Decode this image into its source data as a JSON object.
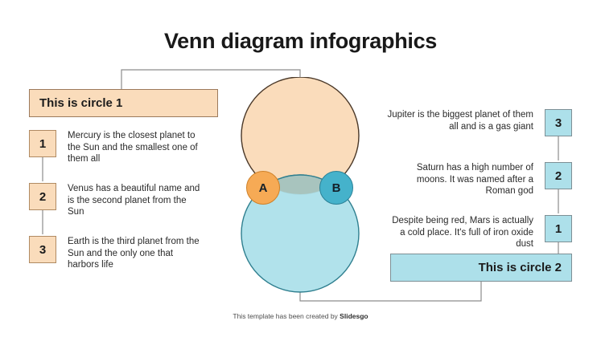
{
  "title": "Venn diagram infographics",
  "circle1": {
    "header": "This is circle 1",
    "items": [
      {
        "num": "1",
        "text": "Mercury is the closest planet to the Sun and the smallest one of them all"
      },
      {
        "num": "2",
        "text": "Venus has a beautiful name and is the second planet from the Sun"
      },
      {
        "num": "3",
        "text": "Earth is the third planet from the Sun and the only one that harbors life"
      }
    ]
  },
  "circle2": {
    "header": "This is circle 2",
    "items": [
      {
        "num": "3",
        "text": "Jupiter is the biggest planet of them all and is a gas giant"
      },
      {
        "num": "2",
        "text": "Saturn has a high number of moons. It was named after a Roman god"
      },
      {
        "num": "1",
        "text": "Despite being red, Mars is actually a cold place. It's full of iron oxide dust"
      }
    ]
  },
  "venn": {
    "label_a": "A",
    "label_b": "B",
    "top_circle_fill": "#fadcbb",
    "top_circle_stroke": "#4a3828",
    "bottom_circle_fill": "#ade0ea",
    "bottom_circle_stroke": "#2f7f8f",
    "intersection_fill": "#a8c4be",
    "badge_a_fill": "#f6aa55",
    "badge_b_fill": "#45b2cb"
  },
  "footer": {
    "prefix": "This template has been created by ",
    "brand": "Slidesgo"
  }
}
